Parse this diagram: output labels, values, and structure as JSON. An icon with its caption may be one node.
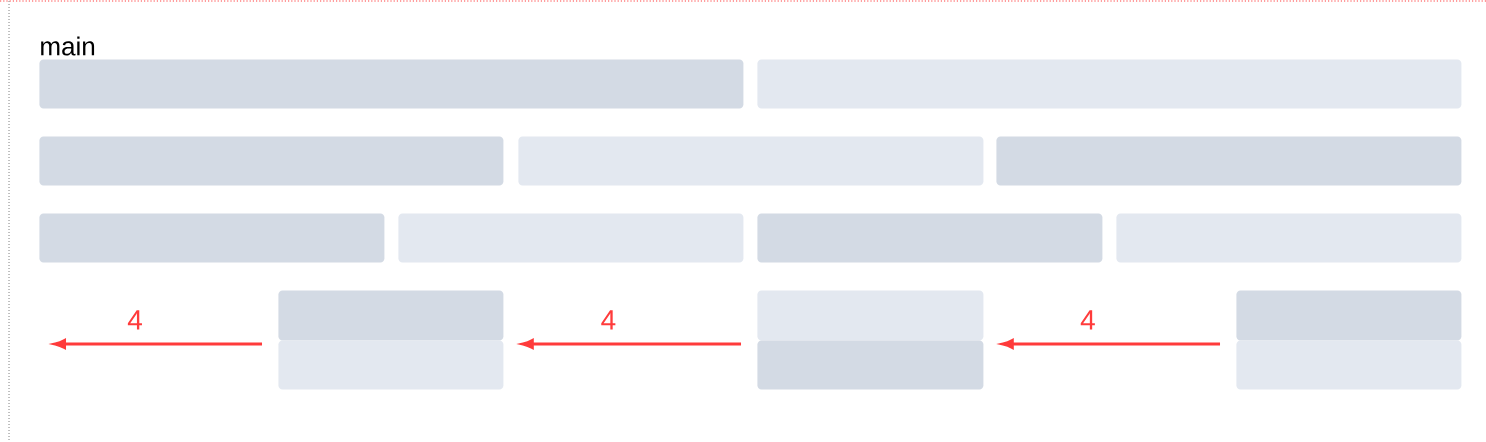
{
  "diagram": {
    "nodes": [
      {
        "text": [],
        "shape": "box"
      },
      {
        "text": [],
        "shape": "box"
      },
      {
        "text": [],
        "shape": "box"
      },
      {
        "text": [],
        "shape": "box"
      },
      {
        "text": [],
        "shape": "box"
      },
      {
        "text": [],
        "shape": "box"
      },
      {
        "text": [],
        "shape": "box"
      },
      {
        "text": [],
        "shape": "box"
      },
      {
        "text": [],
        "shape": "box"
      },
      {
        "text": [],
        "shape": "box"
      },
      {
        "text": [],
        "shape": "box"
      },
      {
        "text": [],
        "shape": "box"
      },
      {
        "text": [],
        "shape": "box"
      },
      {
        "text": [],
        "shape": "box"
      },
      {
        "text": [],
        "shape": "box"
      }
    ],
    "edges": [
      {
        "from": 12,
        "to": null,
        "arrow": "to",
        "label": "4"
      },
      {
        "from": 13,
        "to": 12,
        "arrow": "to",
        "label": "4"
      },
      {
        "from": 14,
        "to": 13,
        "arrow": "to",
        "label": "4"
      }
    ],
    "labels": [
      "main"
    ]
  }
}
